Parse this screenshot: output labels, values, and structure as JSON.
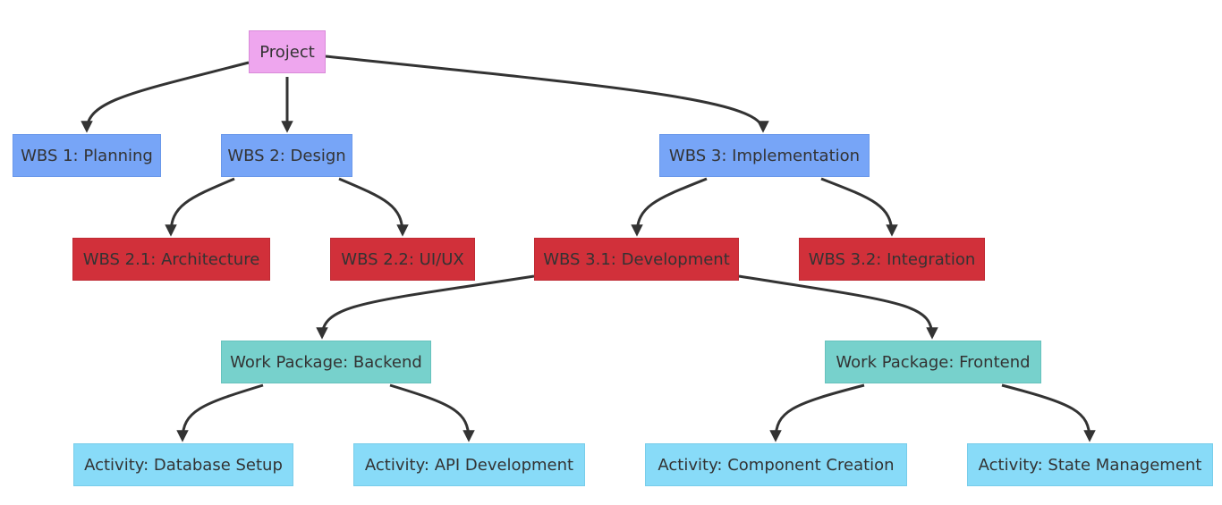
{
  "diagram": {
    "nodes": {
      "project": "Project",
      "wbs1": "WBS 1: Planning",
      "wbs2": "WBS 2: Design",
      "wbs3": "WBS 3: Implementation",
      "wbs21": "WBS 2.1: Architecture",
      "wbs22": "WBS 2.2: UI/UX",
      "wbs31": "WBS 3.1: Development",
      "wbs32": "WBS 3.2: Integration",
      "wp_backend": "Work Package: Backend",
      "wp_frontend": "Work Package: Frontend",
      "act_db": "Activity: Database Setup",
      "act_api": "Activity: API Development",
      "act_component": "Activity: Component Creation",
      "act_state": "Activity: State Management"
    },
    "edges": [
      [
        "project",
        "wbs1"
      ],
      [
        "project",
        "wbs2"
      ],
      [
        "project",
        "wbs3"
      ],
      [
        "wbs2",
        "wbs21"
      ],
      [
        "wbs2",
        "wbs22"
      ],
      [
        "wbs3",
        "wbs31"
      ],
      [
        "wbs3",
        "wbs32"
      ],
      [
        "wbs31",
        "wp_backend"
      ],
      [
        "wbs31",
        "wp_frontend"
      ],
      [
        "wp_backend",
        "act_db"
      ],
      [
        "wp_backend",
        "act_api"
      ],
      [
        "wp_frontend",
        "act_component"
      ],
      [
        "wp_frontend",
        "act_state"
      ]
    ],
    "colors": {
      "project": "#eea6ee",
      "wbs_level1": "#77a5f7",
      "wbs_level2": "#d1303a",
      "work_package": "#77d1cc",
      "activity": "#88dbf8",
      "edge": "#333333",
      "text": "#333333"
    }
  }
}
